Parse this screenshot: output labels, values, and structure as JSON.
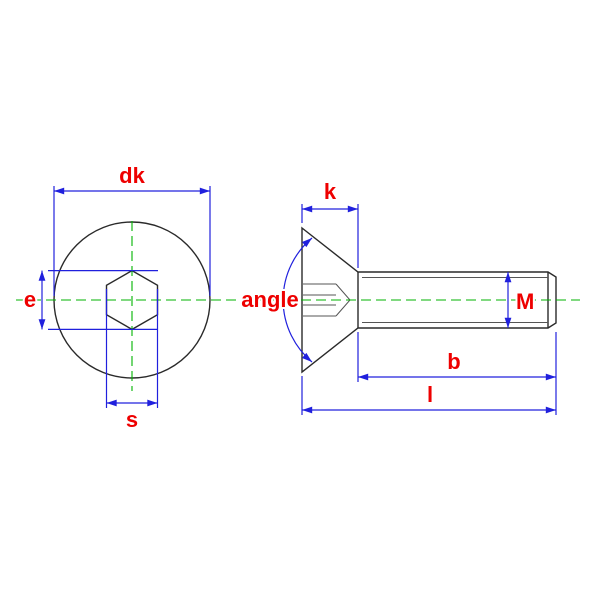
{
  "diagram": {
    "labels": {
      "dk": "dk",
      "e": "e",
      "s": "s",
      "angle": "angle",
      "k": "k",
      "m": "M",
      "b": "b",
      "l": "l"
    },
    "colors": {
      "dimension_line": "#2020dd",
      "label_text": "#ee0000",
      "centerline": "#00b300",
      "part_outline": "#2a2a2a",
      "background": "#ffffff"
    }
  }
}
